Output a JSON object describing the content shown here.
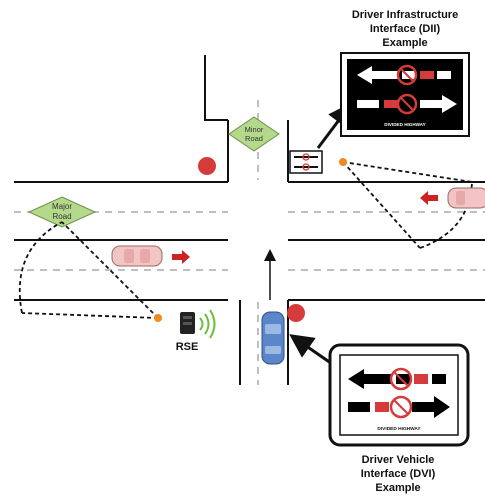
{
  "labels": {
    "dii_line1": "Driver Infrastructure",
    "dii_line2": "Interface (DII)",
    "dii_line3": "Example",
    "dvi_line1": "Driver Vehicle",
    "dvi_line2": "Interface (DVI)",
    "dvi_line3": "Example",
    "rse": "RSE",
    "major_road_1": "Major",
    "major_road_2": "Road",
    "minor_road_1": "Minor",
    "minor_road_2": "Road",
    "divided_highway_top": "DIVIDED HIGHWAY",
    "divided_highway_bottom": "DIVIDED HIGHWAY"
  },
  "colors": {
    "road_line": "#111111",
    "lane_dash": "#aaaaaa",
    "sign_fill": "#b5d98b",
    "stop_red": "#d63b3b",
    "arrow_red": "#cc2222",
    "car_pink": "#f3c4c4",
    "car_blue": "#5b86c9",
    "sensor_orange": "#f28a1e",
    "wireless_green": "#6abf3a"
  },
  "icons": {
    "rse_unit": "roadside-equipment-icon",
    "stop_sign": "stop-sign-icon",
    "no_left_turn": "no-left-turn-icon"
  }
}
